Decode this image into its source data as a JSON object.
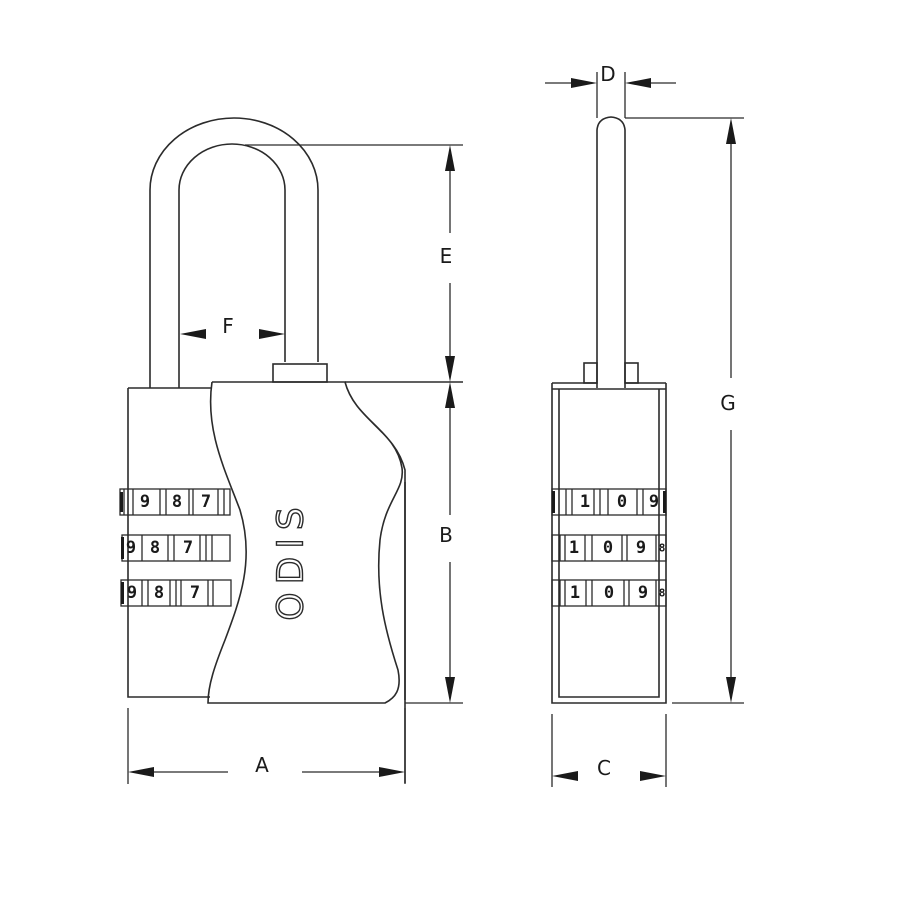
{
  "drawing": {
    "title": "Combination padlock dimension drawing",
    "brand_text": "ODIS",
    "line_color": "#2b2b2b",
    "background": "#ffffff"
  },
  "dimensions": {
    "A": {
      "label": "A",
      "meaning": "body width (front view)"
    },
    "B": {
      "label": "B",
      "meaning": "body height"
    },
    "C": {
      "label": "C",
      "meaning": "body depth (side view)"
    },
    "D": {
      "label": "D",
      "meaning": "shackle diameter"
    },
    "E": {
      "label": "E",
      "meaning": "shackle clearance height"
    },
    "F": {
      "label": "F",
      "meaning": "shackle inner width"
    },
    "G": {
      "label": "G",
      "meaning": "overall height"
    }
  },
  "front_view": {
    "dials": [
      {
        "digits": [
          "9",
          "8",
          "7"
        ]
      },
      {
        "digits": [
          "9",
          "8",
          "7"
        ]
      },
      {
        "digits": [
          "9",
          "8",
          "7"
        ]
      }
    ]
  },
  "side_view": {
    "dials": [
      {
        "digits": [
          "1",
          "0",
          "9"
        ]
      },
      {
        "digits": [
          "1",
          "0",
          "9",
          "8"
        ]
      },
      {
        "digits": [
          "1",
          "0",
          "9",
          "8"
        ]
      }
    ]
  }
}
